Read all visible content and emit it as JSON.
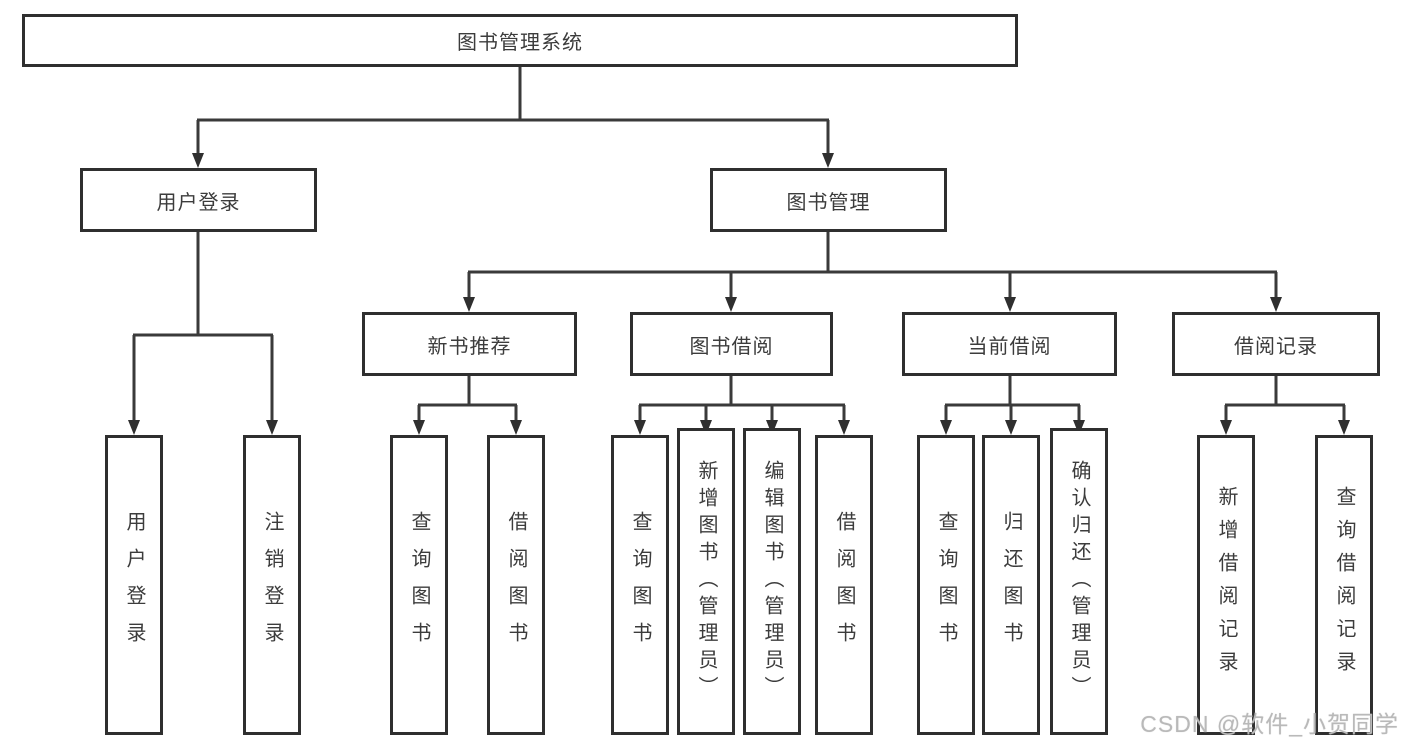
{
  "diagram": {
    "title": "图书管理系统",
    "nodes": {
      "root": "图书管理系统",
      "user_login": "用户登录",
      "book_mgmt": "图书管理",
      "new_books": "新书推荐",
      "book_borrow": "图书借阅",
      "current_borrow": "当前借阅",
      "borrow_records": "借阅记录",
      "leaves": {
        "user_login": [
          "用户登录",
          "注销登录"
        ],
        "new_books": [
          "查询图书",
          "借阅图书"
        ],
        "book_borrow": [
          "查询图书",
          "新增图书（管理员）",
          "编辑图书（管理员）",
          "借阅图书"
        ],
        "current_borrow": [
          "查询图书",
          "归还图书",
          "确认归还（管理员）"
        ],
        "borrow_records": [
          "新增借阅记录",
          "查询借阅记录"
        ]
      }
    }
  },
  "watermark": "CSDN @软件_小贺同学",
  "colors": {
    "line": "#3a3a3a",
    "box_border": "#2f2f2f",
    "text": "#3c3c3c",
    "watermark": "#b9b9b9",
    "background": "#ffffff"
  }
}
